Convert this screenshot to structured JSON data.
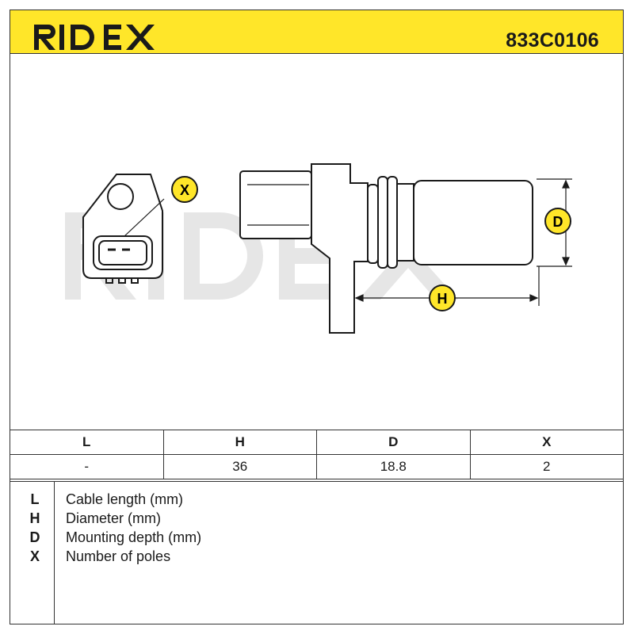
{
  "header": {
    "brand": "RIDEX",
    "part_number": "833C0106",
    "background_color": "#ffe629"
  },
  "drawing": {
    "watermark": "RIDEX",
    "callouts": {
      "x": "X",
      "d": "D",
      "h": "H"
    },
    "callout_color": "#ffe629"
  },
  "table": {
    "headers": [
      "L",
      "H",
      "D",
      "X"
    ],
    "values": [
      "-",
      "36",
      "18.8",
      "2"
    ]
  },
  "legend": {
    "items": [
      {
        "code": "L",
        "description": "Cable length (mm)"
      },
      {
        "code": "H",
        "description": "Diameter (mm)"
      },
      {
        "code": "D",
        "description": "Mounting depth (mm)"
      },
      {
        "code": "X",
        "description": "Number of poles"
      }
    ]
  }
}
